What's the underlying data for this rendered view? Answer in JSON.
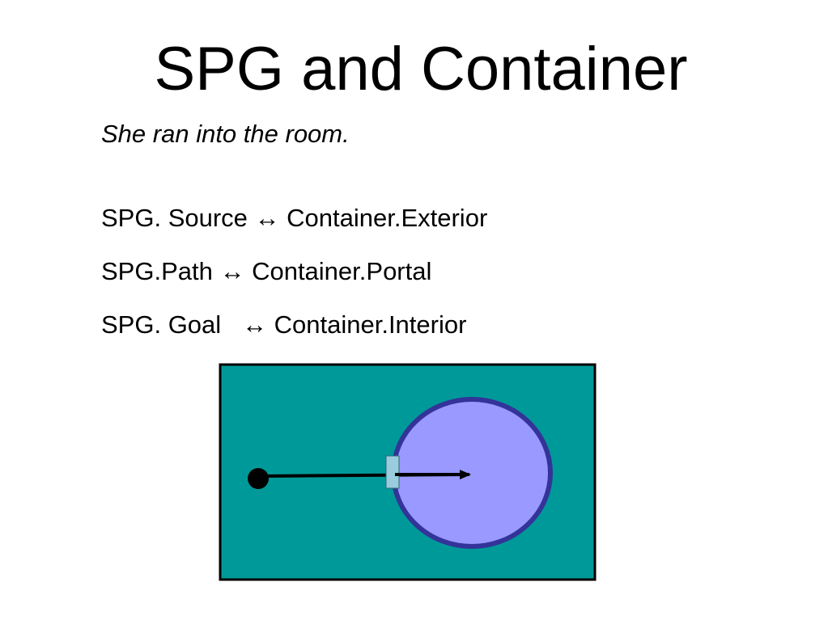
{
  "slide": {
    "title": "SPG and Container",
    "sentence": "She ran into the room.",
    "mappings": [
      "SPG. Source ↔ Container.Exterior",
      "SPG.Path ↔ Container.Portal",
      "SPG. Goal   ↔ Container.Interior"
    ]
  },
  "diagram": {
    "colors": {
      "exterior": "#009999",
      "interior": "#9999ff",
      "boundary": "#333399",
      "portal": "#99ccdd",
      "path": "#000000"
    },
    "icons": [
      "source-dot",
      "path-arrow",
      "portal-rect",
      "interior-circle"
    ]
  }
}
